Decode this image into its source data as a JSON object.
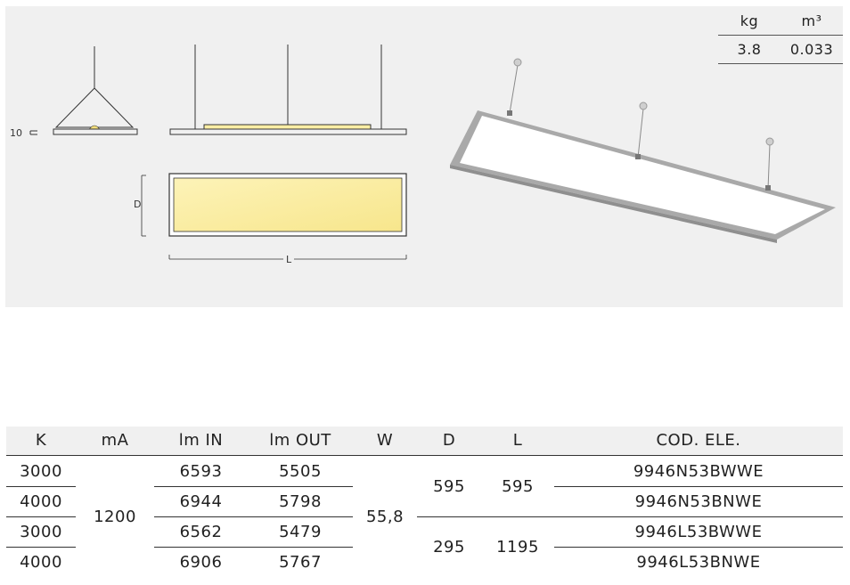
{
  "drawing": {
    "dim_height_label": "10",
    "dim_depth_label": "D",
    "dim_length_label": "L"
  },
  "weight": {
    "kg_label": "kg",
    "m3_label": "m³",
    "kg_value": "3.8",
    "m3_value": "0.033"
  },
  "spec_table": {
    "headers": [
      "K",
      "mA",
      "lm IN",
      "lm OUT",
      "W",
      "D",
      "L",
      "COD. ELE."
    ],
    "rows": [
      {
        "k": "3000",
        "lm_in": "6593",
        "lm_out": "5505",
        "code": "9946N53BWWE"
      },
      {
        "k": "4000",
        "lm_in": "6944",
        "lm_out": "5798",
        "code": "9946N53BNWE"
      },
      {
        "k": "3000",
        "lm_in": "6562",
        "lm_out": "5479",
        "code": "9946L53BWWE"
      },
      {
        "k": "4000",
        "lm_in": "6906",
        "lm_out": "5767",
        "code": "9946L53BNWE"
      }
    ],
    "ma": "1200",
    "w": "55,8",
    "groups": [
      {
        "d": "595",
        "l": "595"
      },
      {
        "d": "295",
        "l": "1195"
      }
    ]
  },
  "colors": {
    "panel_bg": "#f0f0f0",
    "light_fill": "#fbeea4",
    "line": "#333333"
  }
}
